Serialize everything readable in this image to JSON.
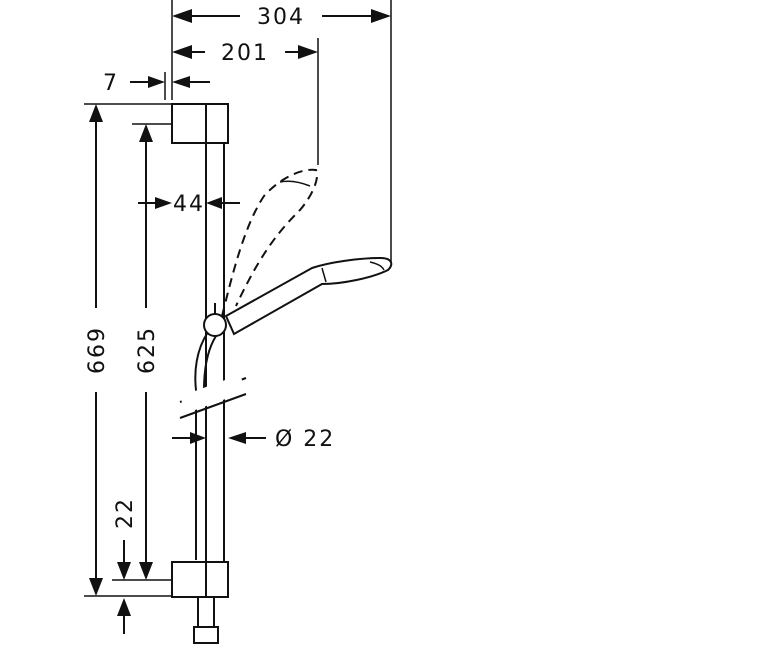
{
  "dimensions": {
    "total_width": "304",
    "head_reach": "201",
    "wall_offset": "7",
    "slider_offset": "44",
    "total_height": "669",
    "bracket_spacing": "625",
    "bottom_offset": "22",
    "rail_diameter": "Ø 22"
  }
}
